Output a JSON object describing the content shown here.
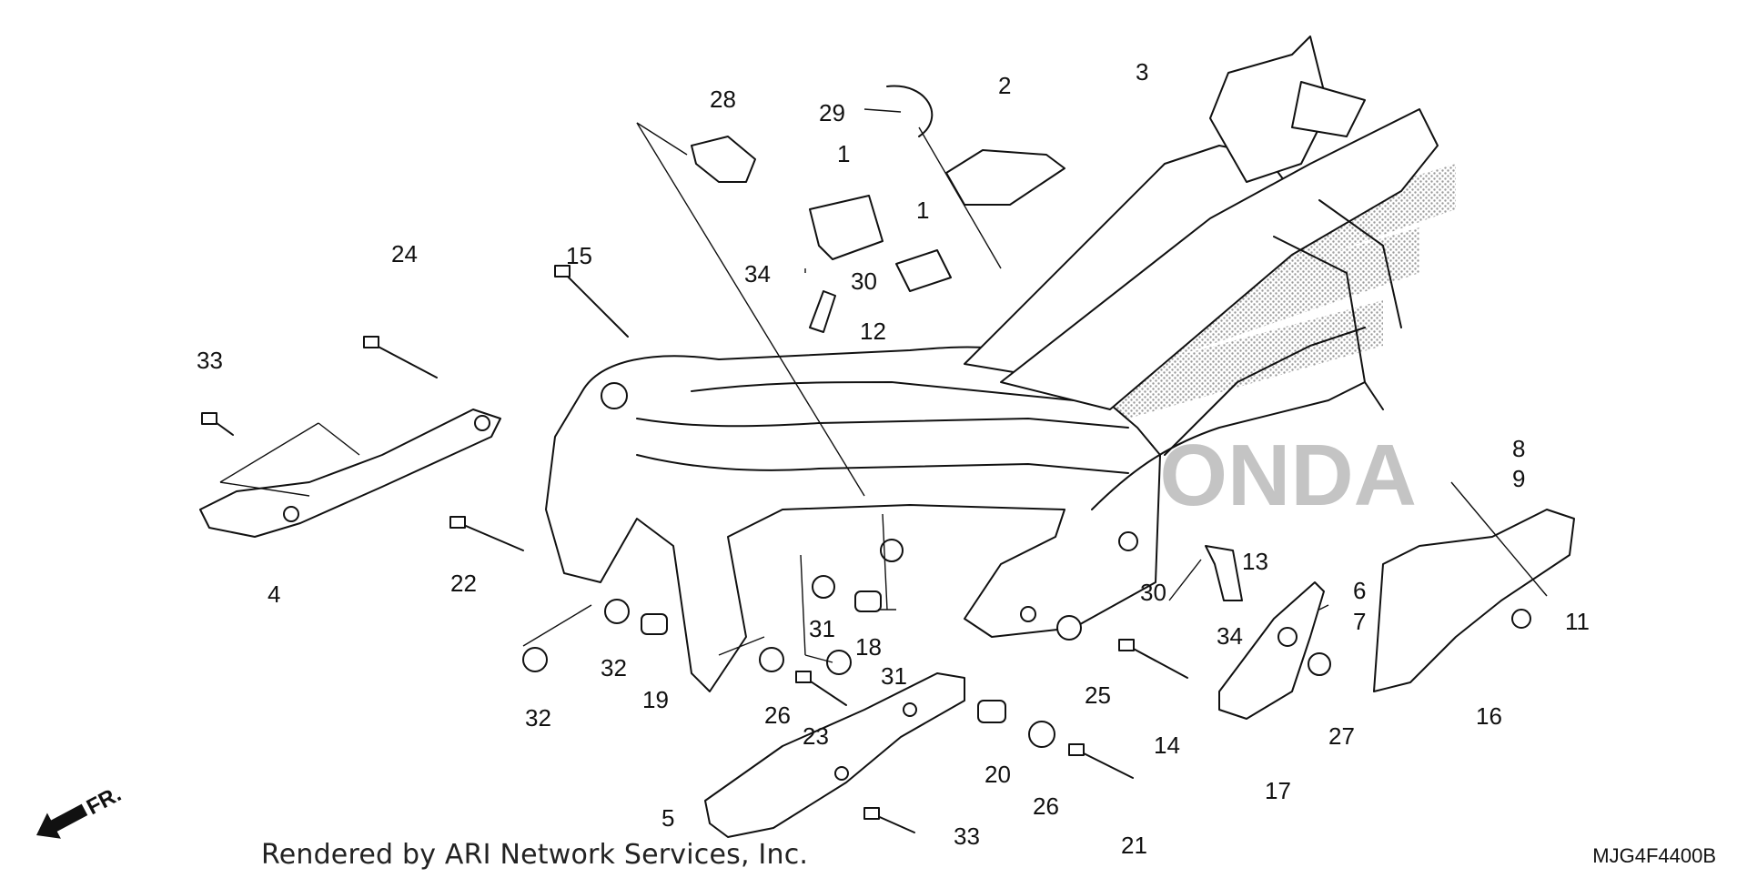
{
  "diagram": {
    "callouts": [
      "1",
      "1",
      "2",
      "3",
      "4",
      "5",
      "6",
      "7",
      "8",
      "9",
      "11",
      "12",
      "13",
      "14",
      "15",
      "16",
      "17",
      "18",
      "19",
      "20",
      "21",
      "22",
      "23",
      "24",
      "25",
      "26",
      "26",
      "27",
      "28",
      "29",
      "30",
      "30",
      "31",
      "31",
      "32",
      "32",
      "33",
      "33",
      "34",
      "34"
    ],
    "background_logo_text": "HONDA",
    "direction_label": "FR."
  },
  "footer": {
    "credit": "Rendered by ARI Network Services, Inc.",
    "code": "MJG4F4400B"
  }
}
